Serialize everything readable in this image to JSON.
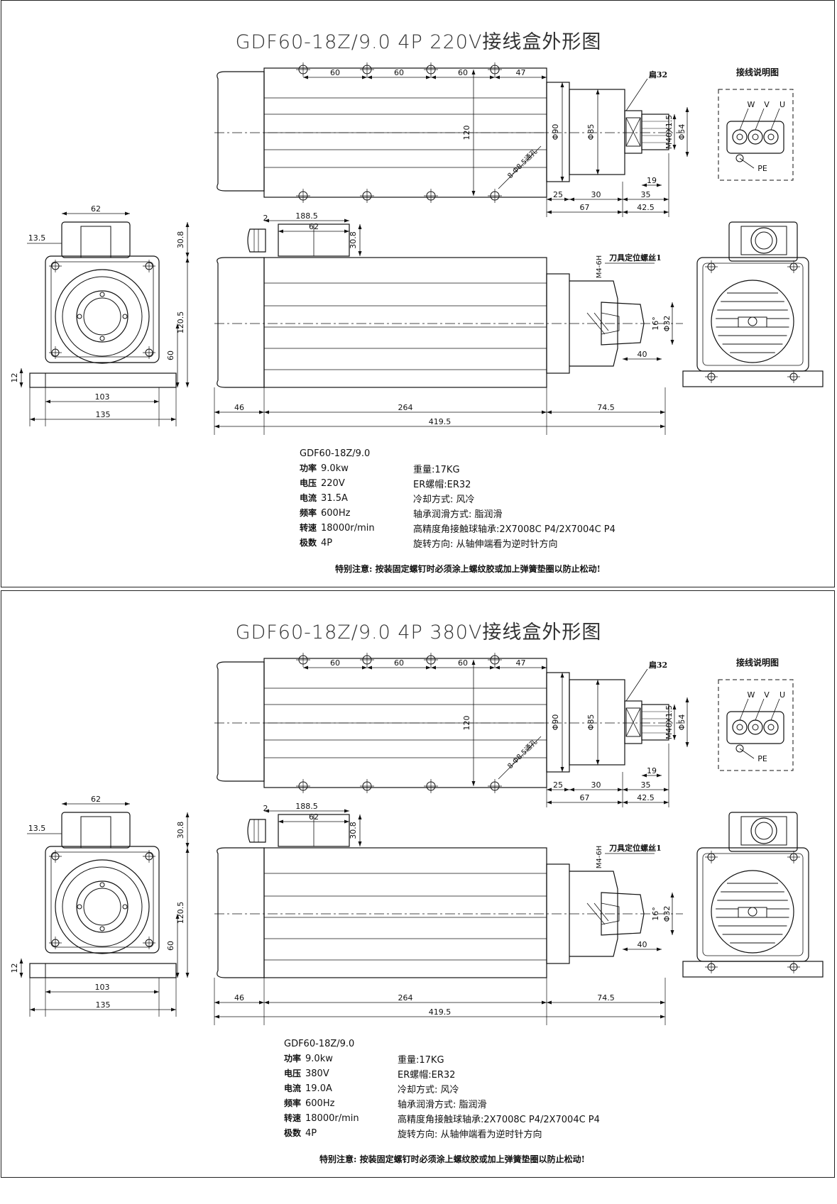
{
  "sheets": [
    {
      "title": "GDF60-18Z/9.0  4P  220V接线盒外形图",
      "model": "GDF60-18Z/9.0",
      "specs_left": [
        {
          "k": "功率",
          "v": "9.0kw"
        },
        {
          "k": "电压",
          "v": "220V"
        },
        {
          "k": "电流",
          "v": "31.5A"
        },
        {
          "k": "频率",
          "v": "600Hz"
        },
        {
          "k": "转速",
          "v": "18000r/min"
        },
        {
          "k": "极数",
          "v": "4P"
        }
      ],
      "specs_right": [
        "重量:17KG",
        "ER螺帽:ER32",
        "冷却方式: 风冷",
        "轴承润滑方式: 脂润滑",
        "高精度角接触球轴承:2X7008C P4/2X7004C P4",
        "旋转方向: 从轴伸端看为逆时针方向"
      ],
      "note": "特别注意: 按装固定螺钉时必须涂上螺纹胶或加上弹簧垫圈以防止松动!"
    },
    {
      "title": "GDF60-18Z/9.0  4P  380V接线盒外形图",
      "model": "GDF60-18Z/9.0",
      "specs_left": [
        {
          "k": "功率",
          "v": "9.0kw"
        },
        {
          "k": "电压",
          "v": "380V"
        },
        {
          "k": "电流",
          "v": "19.0A"
        },
        {
          "k": "频率",
          "v": "600Hz"
        },
        {
          "k": "转速",
          "v": "18000r/min"
        },
        {
          "k": "极数",
          "v": "4P"
        }
      ],
      "specs_right": [
        "重量:17KG",
        "ER螺帽:ER32",
        "冷却方式: 风冷",
        "轴承润滑方式: 脂润滑",
        "高精度角接触球轴承:2X7008C P4/2X7004C P4",
        "旋转方向: 从轴伸端看为逆时针方向"
      ],
      "note": "特别注意: 按装固定螺钉时必须涂上螺纹胶或加上弹簧垫圈以防止松动!"
    }
  ],
  "drawing": {
    "wiring_title": "接线说明图",
    "terminals": [
      "W",
      "V",
      "U"
    ],
    "pe": "PE",
    "flat_label": "扁32",
    "holes_label": "8-Φ8.5通孔",
    "locating_screw": "刀具定位螺丝1",
    "m_thread": "M4-6H",
    "dims": {
      "top_spacing_1": "60",
      "top_spacing_2": "60",
      "top_spacing_3": "60",
      "top_spacing_4": "47",
      "height_120": "120",
      "dia_90": "Φ90",
      "dia_85": "Φ85",
      "thread": "M40X1.5",
      "dia_54": "Φ54",
      "d19": "19",
      "d25": "25",
      "d30": "30",
      "d35": "35",
      "d67": "67",
      "d42_5": "42.5",
      "d2": "2",
      "d62": "62",
      "d188_5": "188.5",
      "d30_8": "30.8",
      "d16": "16°",
      "dia_32": "Φ32",
      "d40": "40",
      "d46": "46",
      "d264": "264",
      "d74_5": "74.5",
      "d419_5": "419.5",
      "end_62": "62",
      "end_13_5": "13.5",
      "end_30_8": "30.8",
      "end_120_5": "120.5",
      "end_60": "60",
      "end_12": "12",
      "end_103": "103",
      "end_135": "135"
    }
  }
}
